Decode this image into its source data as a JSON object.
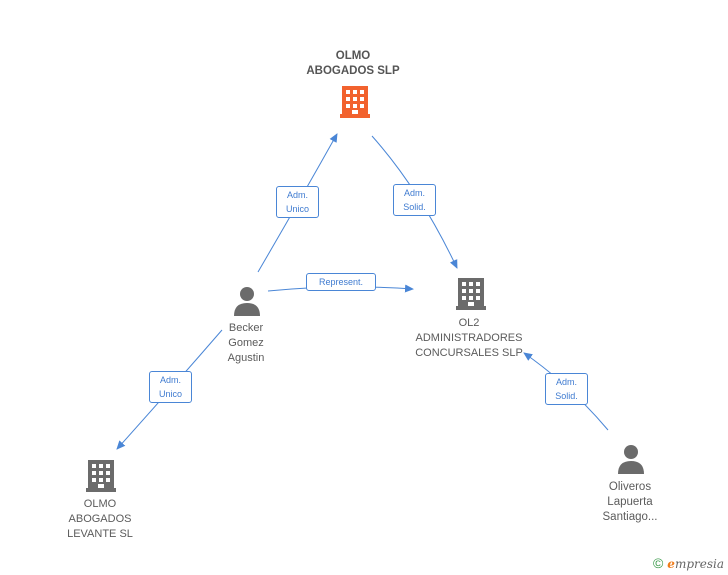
{
  "colors": {
    "edge": "#4a86d6",
    "main_building": "#f2622e",
    "building": "#6b6b6b",
    "person": "#6b6b6b"
  },
  "nodes": {
    "olmo_abogados": {
      "line1": "OLMO",
      "line2": "ABOGADOS SLP",
      "icon": "building-icon"
    },
    "becker": {
      "line1": "Becker",
      "line2": "Gomez",
      "line3": "Agustin",
      "icon": "person-icon"
    },
    "ol2": {
      "line1": "OL2",
      "line2": "ADMINISTRADORES",
      "line3": "CONCURSALES SLP",
      "icon": "building-icon"
    },
    "olmo_levante": {
      "line1": "OLMO",
      "line2": "ABOGADOS",
      "line3": "LEVANTE SL",
      "icon": "building-icon"
    },
    "oliveros": {
      "line1": "Oliveros",
      "line2": "Lapuerta",
      "line3": "Santiago...",
      "icon": "person-icon"
    }
  },
  "edges": {
    "becker_olmo": {
      "line1": "Adm.",
      "line2": "Unico"
    },
    "olmo_ol2": {
      "line1": "Adm.",
      "line2": "Solid."
    },
    "becker_ol2": {
      "line1": "Represent."
    },
    "becker_levante": {
      "line1": "Adm.",
      "line2": "Unico"
    },
    "oliveros_ol2": {
      "line1": "Adm.",
      "line2": "Solid."
    }
  },
  "footer": {
    "copyright": "©",
    "brand_initial": "e",
    "brand_rest": "mpresia"
  }
}
